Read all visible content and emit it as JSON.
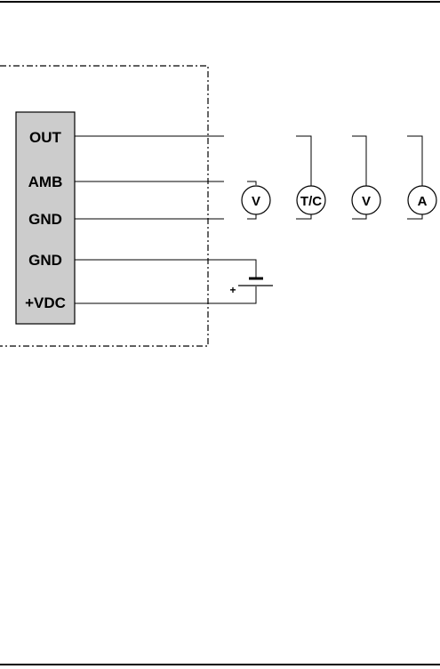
{
  "terminal_block": {
    "pins": [
      {
        "id": "out",
        "label": "OUT"
      },
      {
        "id": "amb",
        "label": "AMB"
      },
      {
        "id": "gnd1",
        "label": "GND"
      },
      {
        "id": "gnd2",
        "label": "GND"
      },
      {
        "id": "vdc",
        "label": "+VDC"
      }
    ]
  },
  "meters": [
    {
      "id": "v1",
      "label": "V"
    },
    {
      "id": "tc",
      "label": "T/C"
    },
    {
      "id": "v2",
      "label": "V"
    },
    {
      "id": "a",
      "label": "A"
    }
  ],
  "battery": {
    "polarity_label": "+"
  },
  "colors": {
    "line": "#000000",
    "terminal_fill": "#cccccc",
    "background": "#ffffff"
  }
}
